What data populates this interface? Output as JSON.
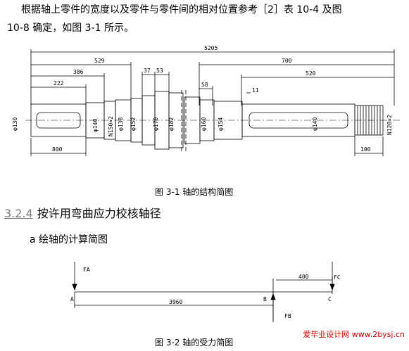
{
  "intro": {
    "line1": "根据轴上零件的宽度以及零件与零件间的相对位置参考［2］表 10-4 及图",
    "line2": "10-8 确定，如图 3-1 所示。"
  },
  "figure1": {
    "caption": "图 3-1  轴的结构简图",
    "dims": {
      "total": "5205",
      "d529": "529",
      "d700": "700",
      "d386": "386",
      "d520": "520",
      "d37": "37",
      "d53": "53",
      "d222": "222",
      "d58": "58",
      "d11": "11",
      "d800": "800",
      "d100": "100"
    },
    "diameters": {
      "phi130": "φ130",
      "phi140a": "φ140",
      "n150": "N150×2",
      "phi138": "φ138",
      "phi152": "φ152",
      "phi170": "φ170",
      "phi182": "φ182",
      "phi160": "φ160",
      "phi154": "φ154",
      "phi140b": "φ140",
      "n120": "N120×2"
    }
  },
  "section": {
    "number": "3.2.4",
    "title": "按许用弯曲应力校核轴径"
  },
  "subsection": "a 绘轴的计算简图",
  "figure2": {
    "caption": "图 3-2  轴的受力简图",
    "labels": {
      "FA": "FA",
      "FB": "FB",
      "FC": "FC",
      "A": "A",
      "B": "B",
      "C": "C"
    },
    "dims": {
      "span": "3960",
      "overhang": "400"
    }
  },
  "watermark": "爱毕业设计网  www.2bysj.cn"
}
